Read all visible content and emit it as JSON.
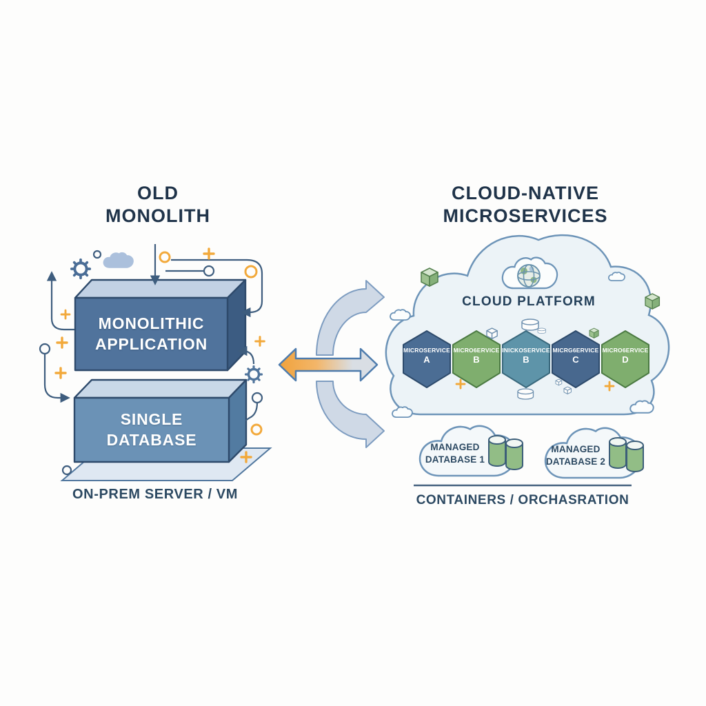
{
  "left_panel": {
    "title_line1": "OLD",
    "title_line2": "MONOLITH",
    "monolith_line1": "MONOLITHIC",
    "monolith_line2": "APPLICATION",
    "database_line1": "SINGLE",
    "database_line2": "DATABASE",
    "caption": "ON-PREM SERVER / VM"
  },
  "right_panel": {
    "title_line1": "CLOUD-NATIVE",
    "title_line2": "MICROSERVICES",
    "cloud_platform_label": "CLOUD PLATFORM",
    "microservices": [
      {
        "name": "MICROSERVICE",
        "letter": "A",
        "fill": "#4b6d94",
        "stroke": "#2d4a6b"
      },
      {
        "name": "MICRO6ERVICE",
        "letter": "B",
        "fill": "#7fae6e",
        "stroke": "#4b7a42"
      },
      {
        "name": "INICKOSERVICE",
        "letter": "B",
        "fill": "#5e94a9",
        "stroke": "#39687c"
      },
      {
        "name": "MICRG6ERVICE",
        "letter": "C",
        "fill": "#48688e",
        "stroke": "#2d4a6b"
      },
      {
        "name": "MICRO6ERVICE",
        "letter": "D",
        "fill": "#7fae6e",
        "stroke": "#4b7a42"
      }
    ],
    "managed_db_1_line1": "MANAGED",
    "managed_db_1_line2": "DATABASE 1",
    "managed_db_2_line1": "MANAGED",
    "managed_db_2_line2": "DATABASE 2",
    "caption": "CONTAINERS / ORCHASRATION"
  },
  "colors": {
    "accent_orange": "#f2a93b",
    "monolith_front": "#50739c",
    "monolith_top": "#c2d1e4",
    "monolith_side": "#3c5c82",
    "database_front": "#6b92b6",
    "database_top": "#c9d8e8",
    "database_side": "#527ba1",
    "outline_dark_blue": "#2e4a6b",
    "connector_blue": "#3e5d7e",
    "cloud_fill": "#ecf3f7",
    "cloud_stroke": "#6d94b8",
    "platform_fill": "#dfe8f2",
    "db_cylinder_green": "#92bd86",
    "arrow_gray": "#d9dee4",
    "text_dark": "#1f3349"
  }
}
